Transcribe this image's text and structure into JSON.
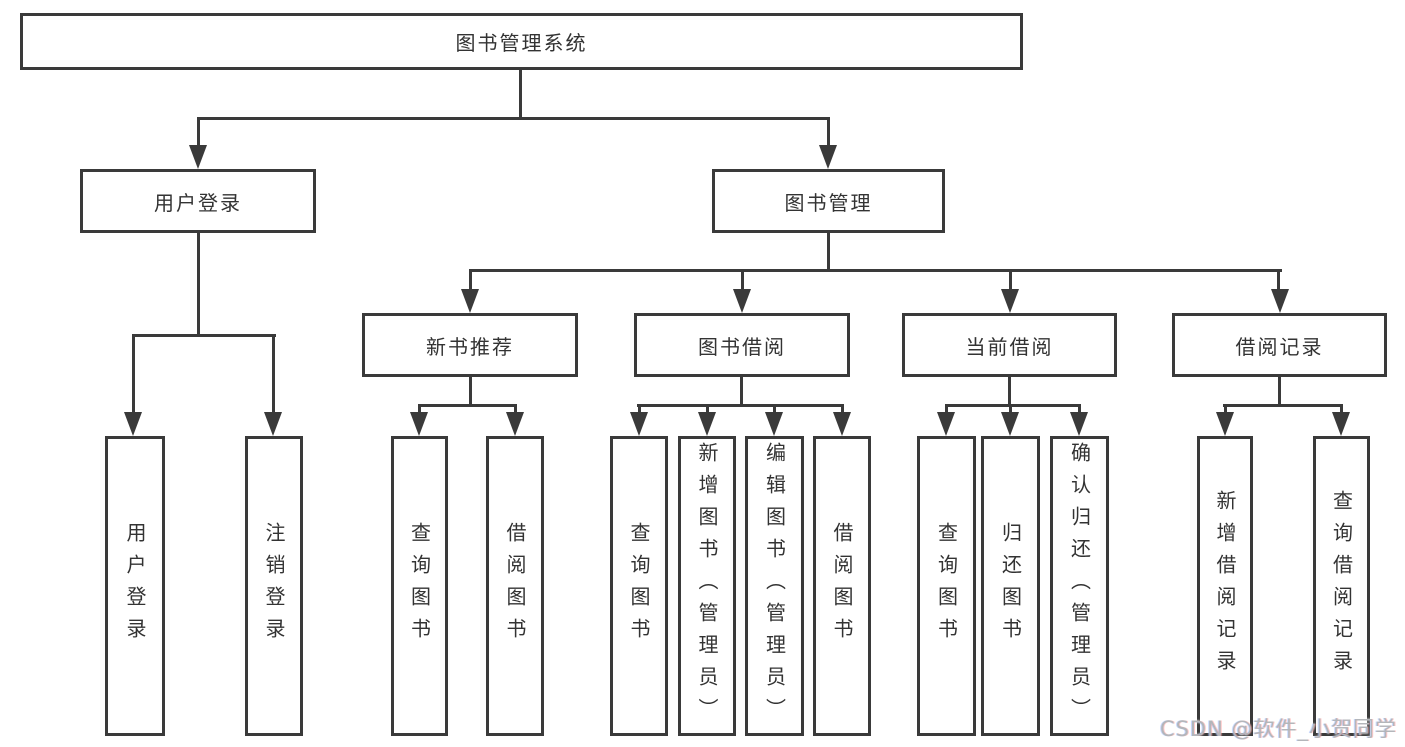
{
  "colors": {
    "line": "#3a3a3a",
    "text": "#333333",
    "background": "#ffffff",
    "watermark": "#b3b6ba"
  },
  "diagram": {
    "root": {
      "label": "图书管理系统",
      "children": [
        {
          "label": "用户登录",
          "leaves": [
            "用户登录",
            "注销登录"
          ]
        },
        {
          "label": "图书管理",
          "children": [
            {
              "label": "新书推荐",
              "leaves": [
                "查询图书",
                "借阅图书"
              ]
            },
            {
              "label": "图书借阅",
              "leaves": [
                "查询图书",
                "新增图书（管理员）",
                "编辑图书（管理员）",
                "借阅图书"
              ]
            },
            {
              "label": "当前借阅",
              "leaves": [
                "查询图书",
                "归还图书",
                "确认归还（管理员）"
              ]
            },
            {
              "label": "借阅记录",
              "leaves": [
                "新增借阅记录",
                "查询借阅记录"
              ]
            }
          ]
        }
      ]
    }
  },
  "watermark": {
    "text": "CSDN @软件_小贺同学"
  }
}
